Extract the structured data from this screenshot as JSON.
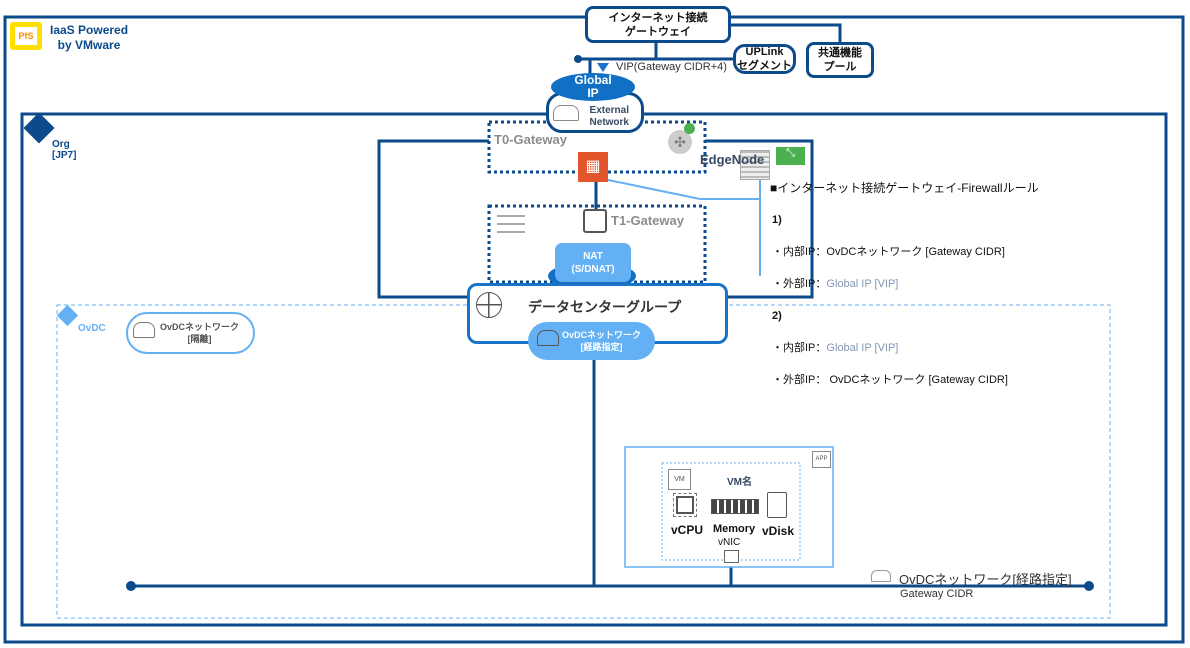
{
  "brand": {
    "logo_text": "PfS",
    "title": "IaaS Powered\nby VMware"
  },
  "internet_gateway": "インターネット接続\nゲートウェイ",
  "uplink": "UPLink\nセグメント",
  "common_pool": "共通機能\nプール",
  "vip_label": "VIP(Gateway CIDR+4)",
  "global_ip": "Global\nIP",
  "external_network": "External\nNetwork",
  "org": {
    "label": "Org\n[JP7]"
  },
  "t0_gateway": "T0-Gateway",
  "edge_node": "EdgeNode",
  "t1_gateway": "T1-Gateway",
  "nat": "NAT\n(S/DNAT)",
  "datacenter_group": "データセンターグループ",
  "ovdc_route_network": "OvDCネットワーク\n[経路指定]",
  "ovdc": {
    "label": "OvDC",
    "isolated_network": "OvDCネットワーク\n[隔離]"
  },
  "firewall_rules": {
    "title": "■インターネット接続ゲートウェイ-Firewallルール",
    "rule1": {
      "num": "1)",
      "internal_label": "・内部IP：",
      "internal_value": "OvDCネットワーク [Gateway CIDR]",
      "external_label": "・外部IP：",
      "external_value": "Global IP [VIP]"
    },
    "rule2": {
      "num": "2)",
      "internal_label": "・内部IP：",
      "internal_value": "Global IP [VIP]",
      "external_label": "・外部IP：",
      "external_value": " OvDCネットワーク [Gateway CIDR]"
    }
  },
  "vm": {
    "app_badge": "APP",
    "vm_badge": "VM",
    "name": "VM名",
    "vcpu": "vCPU",
    "memory": "Memory",
    "vdisk": "vDisk",
    "vnic": "vNIC"
  },
  "network_line": {
    "label": "OvDCネットワーク[経路指定]",
    "sublabel": "Gateway CIDR"
  },
  "colors": {
    "dark_blue": "#0b4a8b",
    "mid_blue": "#1a73c8",
    "light_blue": "#64b0f4",
    "firewall": "#e2552a",
    "muted_text": "#8297b5"
  }
}
